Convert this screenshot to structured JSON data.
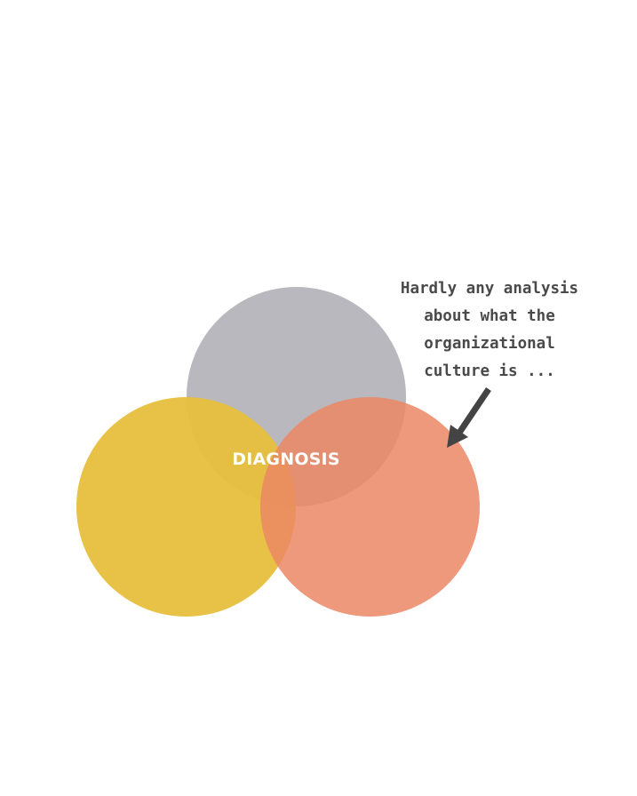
{
  "diagram": {
    "center_label": "DIAGNOSIS",
    "circles": [
      {
        "name": "gray",
        "color": "#b4b4bb",
        "opacity": 0.95
      },
      {
        "name": "yellow",
        "color": "#e6bf3c",
        "opacity": 0.95
      },
      {
        "name": "orange",
        "color": "#eb8764",
        "opacity": 0.85
      }
    ],
    "arrow_color": "#444444"
  },
  "annotation": {
    "lines": [
      "Hardly any analysis",
      "about what the",
      "organizational",
      "culture is ..."
    ]
  }
}
